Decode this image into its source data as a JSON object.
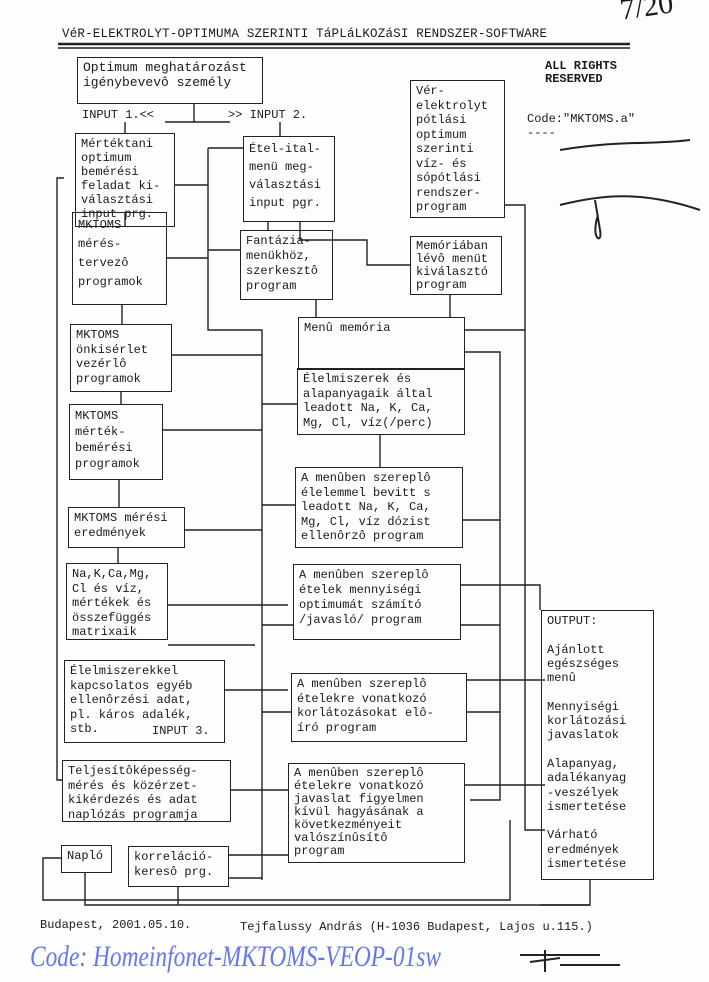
{
  "header": {
    "title": "VéR-ELEKTROLYT-OPTIMUMA SZERINTI TáPLáLKOZáSI RENDSZER-SOFTWARE",
    "page_number": "7/20",
    "rights": "ALL RIGHTS\nRESERVED",
    "code": "Code:\"MKTOMS.a\"\n----"
  },
  "inputs": {
    "input1": "INPUT 1.<<",
    "input2": ">> INPUT 2.",
    "input3": "INPUT 3."
  },
  "boxes": {
    "person": "Optimum meghatározást\nigénybevevô személy",
    "mertektani": "Mértéktani\noptimum\nbemérési\nfeladat ki-\nválasztási\ninput prg.",
    "etel_ital": "Étel-ital-\nmenü meg-\nválasztási\ninput pgr.",
    "ver_elektrolyt": "Vér-\nelektrolyt\npótlási\noptimum\nszerinti\nvíz- és\nsópótlási\nrendszer-\nprogram",
    "meres_tervezo": "MKTOMS\nmérés-\ntervezô\nprogramok",
    "fantazia": "Fantázia-\nmenükhöz,\nszerkesztô\nprogram",
    "memoriaban": "Memóriában\nlévô menüt\nkiválasztó\nprogram",
    "menu_memoria": "Menû memória",
    "onkiserlet": "MKTOMS\nönkisérlet\nvezérlô\nprogramok",
    "elelmiszerek": "Élelmiszerek és\nalapanyagaik által\nleadott Na, K, Ca,\nMg, Cl, víz(/perc)",
    "mertek_bemeresi": "MKTOMS\nmérték-\nbemérési\nprogramok",
    "dozis": "A menûben szereplô\nélelemmel bevitt s\nleadott Na, K, Ca,\nMg, Cl, víz dózist\nellenôrzô program",
    "meresi_eredmenyek": "MKTOMS mérési\neredmények",
    "matrix": "Na,K,Ca,Mg,\nCl és víz,\nmértékek és\nösszefüggés\nmatrixaik",
    "mennyisegi": "A menûben szereplô\nételek mennyiségi\noptimumát számító\n/javasló/ program",
    "egyeb": "Élelmiszerekkel\nkapcsolatos egyéb\nellenôrzési adat,\npl. káros adalék,\nstb.",
    "korlatozas": "A menûben szereplô\nételekre vonatkozó\nkorlátozásokat elô-\níró program",
    "teljesito": "Teljesítôképesség-\nmérés és közérzet-\nkikérdezés és adat\nnaplózás programja",
    "figyelmen": "A menûben szereplô\nételekre vonatkozó\njavaslat figyelmen\nkívül hagyásának a\nkövetkezményeit\nvalószínûsítô\nprogram",
    "naplo": "Napló",
    "korrelacio": "korreláció-\nkeresô prg.",
    "output": "OUTPUT:\n\nAjánlott\negészséges\nmenû\n\nMennyiségi\nkorlátozási\njavaslatok\n\nAlapanyag,\nadalékanyag\n-veszélyek\nismertetése\n\nVárható\neredmények\nismertetése"
  },
  "footer": {
    "date": "Budapest, 2001.05.10.",
    "author": "Tejfalussy András (H-1036 Budapest, Lajos u.115.)",
    "code": "Code: Homeinfonet-MKTOMS-VEOP-01sw"
  }
}
